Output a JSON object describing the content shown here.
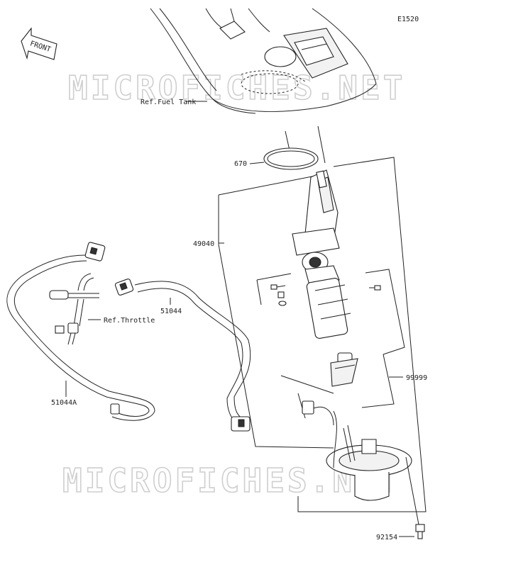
{
  "diagram_id": "E1520",
  "front_label": "FRONT",
  "watermark": "MICROFICHES.NET",
  "labels": {
    "fuel_tank": "Ref.Fuel Tank",
    "gasket": "670",
    "fuel_pump": "49040",
    "hose_51044": "51044",
    "hose_51044a": "51044A",
    "throttle": "Ref.Throttle",
    "kit": "99999",
    "bolt": "92154"
  }
}
